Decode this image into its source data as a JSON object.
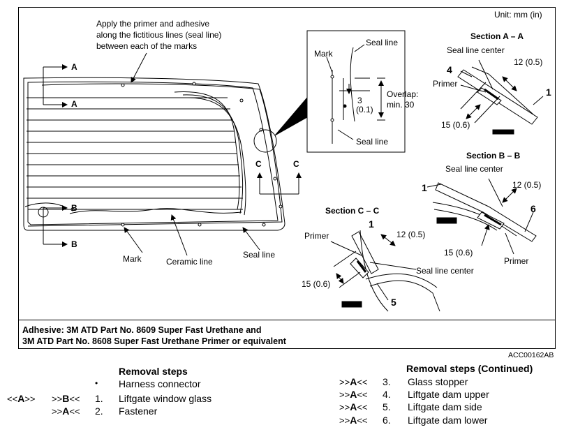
{
  "unit_label": "Unit: mm (in)",
  "instruction": [
    "Apply the primer and adhesive",
    "along the fictitious lines (seal line)",
    "between each of the marks"
  ],
  "section_markers": {
    "a": "A",
    "b": "B",
    "c": "C"
  },
  "main_labels": {
    "mark": "Mark",
    "ceramic_line": "Ceramic line",
    "seal_line": "Seal line"
  },
  "detail": {
    "mark": "Mark",
    "seal_line_top": "Seal line",
    "seal_line_bottom": "Seal line",
    "dim_value": "3",
    "dim_inch": "(0.1)",
    "overlap": "Overlap:",
    "overlap_value": "min. 30"
  },
  "section_aa": {
    "title": "Section A – A",
    "seal_line_center": "Seal line center",
    "part": "4",
    "primer": "Primer",
    "dim_top": "12 (0.5)",
    "dim_bottom": "15 (0.6)",
    "part_right": "1"
  },
  "section_bb": {
    "title": "Section B – B",
    "seal_line_center": "Seal line center",
    "part_left": "1",
    "dim_top": "12 (0.5)",
    "part_right": "6",
    "dim_bottom": "15 (0.6)",
    "primer": "Primer"
  },
  "section_cc": {
    "title": "Section C – C",
    "part_top": "1",
    "primer": "Primer",
    "dim_top": "12 (0.5)",
    "seal_line_center": "Seal line center",
    "dim_left": "15 (0.6)",
    "part_bottom": "5"
  },
  "caption": [
    "Adhesive: 3M ATD Part No. 8609 Super Fast Urethane and",
    "3M ATD Part No. 8608 Super Fast Urethane Primer or equivalent"
  ],
  "figure_code": "ACC00162AB",
  "removal_left": {
    "heading": "Removal steps",
    "bullet": "•",
    "steps": [
      {
        "code_pre": "",
        "code_letter": "",
        "code_post": "",
        "num": "",
        "text": "Harness connector"
      },
      {
        "code_pre": ">>",
        "code_letter": "B",
        "code_post": "<<",
        "extra_pre": "<<",
        "extra_letter": "A",
        "extra_post": ">>",
        "num": "1.",
        "text": "Liftgate window glass"
      },
      {
        "code_pre": ">>",
        "code_letter": "A",
        "code_post": "<<",
        "num": "2.",
        "text": "Fastener"
      }
    ]
  },
  "removal_right": {
    "heading": "Removal steps (Continued)",
    "steps": [
      {
        "code_pre": ">>",
        "code_letter": "A",
        "code_post": "<<",
        "num": "3.",
        "text": "Glass stopper"
      },
      {
        "code_pre": ">>",
        "code_letter": "A",
        "code_post": "<<",
        "num": "4.",
        "text": "Liftgate dam upper"
      },
      {
        "code_pre": ">>",
        "code_letter": "A",
        "code_post": "<<",
        "num": "5.",
        "text": "Liftgate dam side"
      },
      {
        "code_pre": ">>",
        "code_letter": "A",
        "code_post": "<<",
        "num": "6.",
        "text": "Liftgate dam lower"
      }
    ]
  }
}
